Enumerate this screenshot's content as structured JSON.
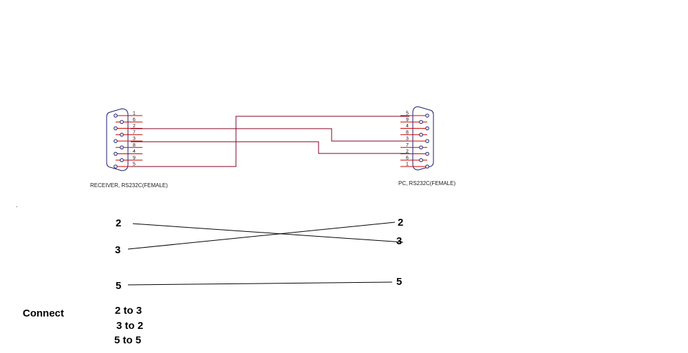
{
  "connectors": {
    "receiver": {
      "label": "RECEIVER, RS232C(FEMALE)",
      "pin_order": [
        "1",
        "6",
        "2",
        "7",
        "3",
        "8",
        "4",
        "9",
        "5"
      ]
    },
    "pc": {
      "label": "PC, RS232C(FEMALE)",
      "pin_order": [
        "5",
        "9",
        "4",
        "8",
        "3",
        "7",
        "2",
        "6",
        "1"
      ]
    }
  },
  "wiring": [
    {
      "from": "2",
      "to": "3"
    },
    {
      "from": "3",
      "to": "2"
    },
    {
      "from": "5",
      "to": "5"
    }
  ],
  "simple_diagram": {
    "left_pins": [
      "2",
      "3",
      "5"
    ],
    "right_pins": [
      "2",
      "3",
      "5"
    ]
  },
  "connect": {
    "label": "Connect",
    "lines": [
      "2 to 3",
      "3 to 2",
      "5 to 5"
    ]
  },
  "colors": {
    "wire": "#800020",
    "pin_line": "#cc0000",
    "connector_outline": "#1a1a6e",
    "text": "#000000"
  }
}
